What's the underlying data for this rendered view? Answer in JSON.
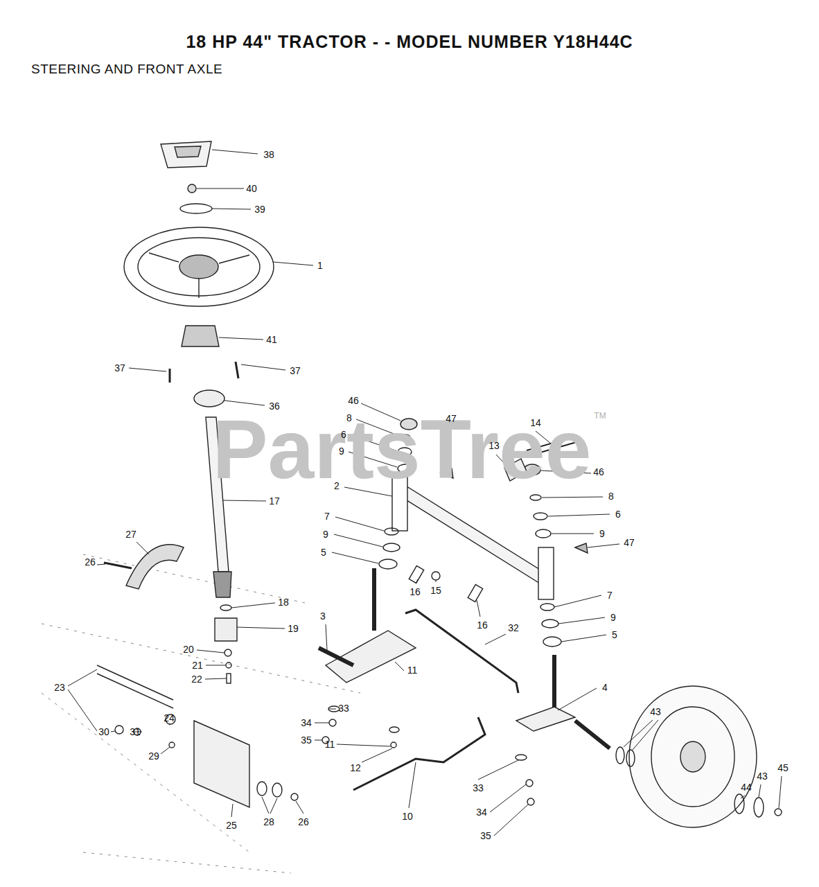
{
  "diagram": {
    "title": "18 HP 44\" TRACTOR - - MODEL NUMBER Y18H44C",
    "labels": [
      "STEERING AND FRONT AXLE",
      "PartsTree",
      "TM",
      "38",
      "40",
      "39",
      "1",
      "41",
      "37",
      "37",
      "36",
      "46",
      "8",
      "6",
      "9",
      "47",
      "14",
      "13",
      "2",
      "46",
      "8",
      "6",
      "9",
      "47",
      "17",
      "7",
      "9",
      "5",
      "16",
      "15",
      "16",
      "7",
      "9",
      "5",
      "27",
      "26",
      "18",
      "19",
      "20",
      "21",
      "22",
      "32",
      "3",
      "11",
      "4",
      "43",
      "23",
      "30",
      "31",
      "24",
      "29",
      "33",
      "34",
      "35",
      "11",
      "12",
      "25",
      "28",
      "26",
      "10",
      "33",
      "34",
      "35",
      "44",
      "43",
      "45"
    ]
  }
}
